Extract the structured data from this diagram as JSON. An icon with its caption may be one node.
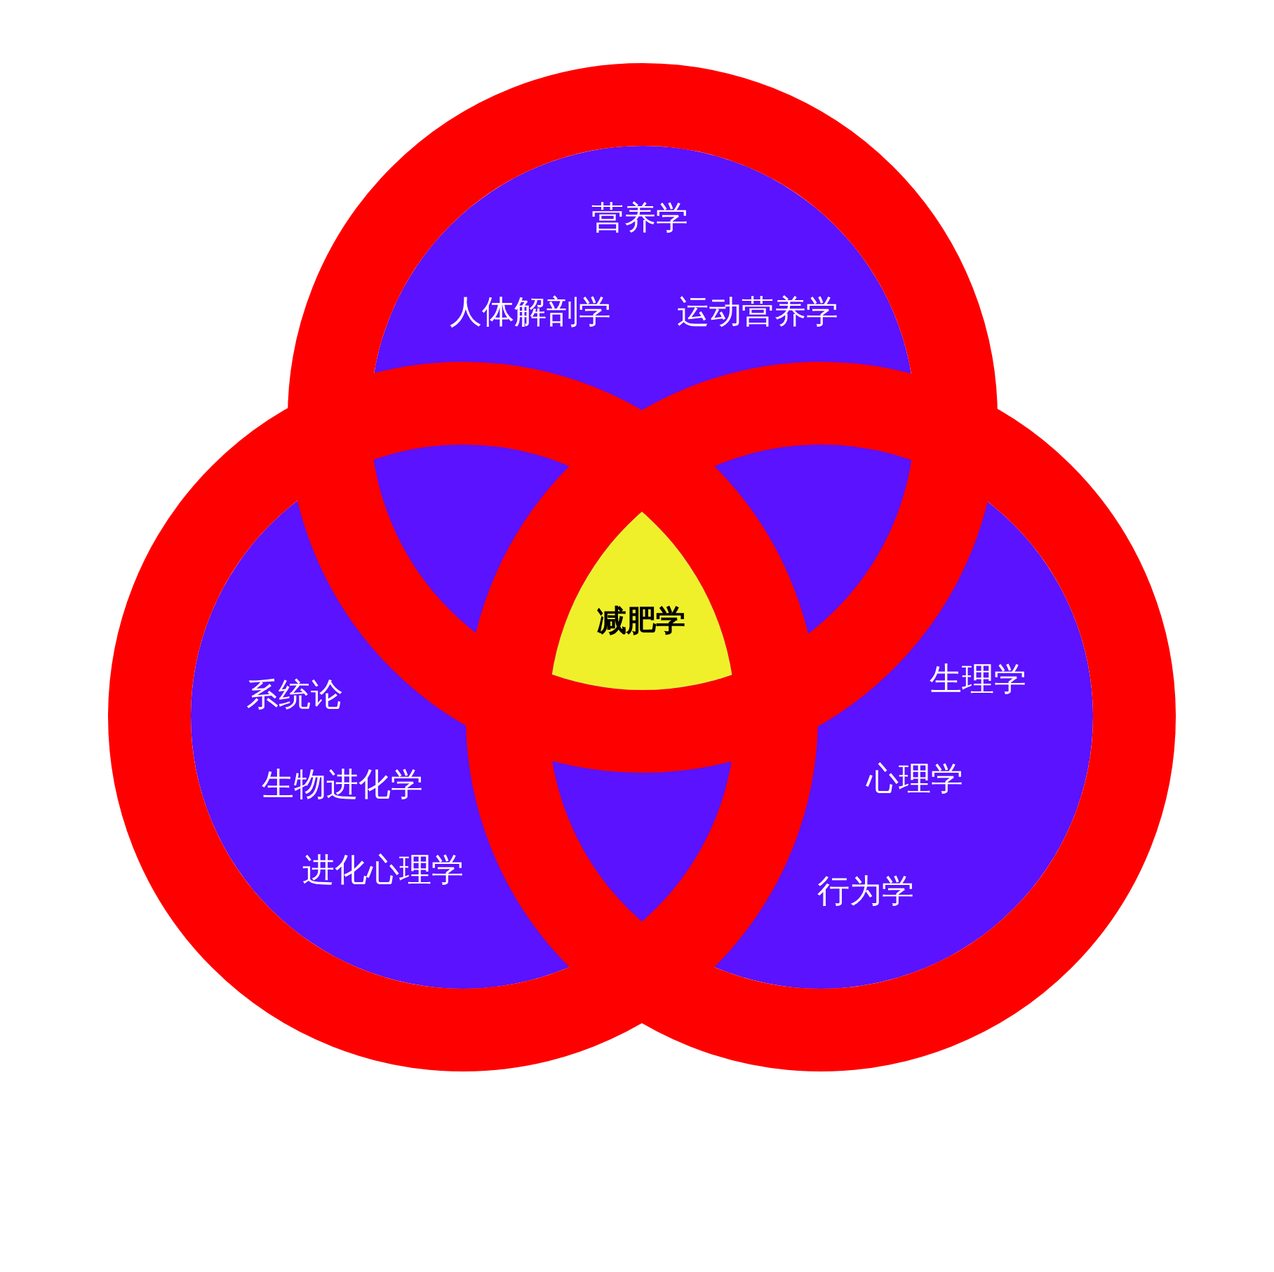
{
  "diagram": {
    "nodes": [
      {
        "text": [
          "营养学",
          "人体解剖学",
          "运动营养学"
        ]
      },
      {
        "text": [
          "系统论",
          "生物进化学",
          "进化心理学"
        ]
      },
      {
        "text": [
          "生理学",
          "心理学",
          "行为学"
        ]
      },
      {
        "text": [
          "减肥学"
        ]
      }
    ]
  }
}
